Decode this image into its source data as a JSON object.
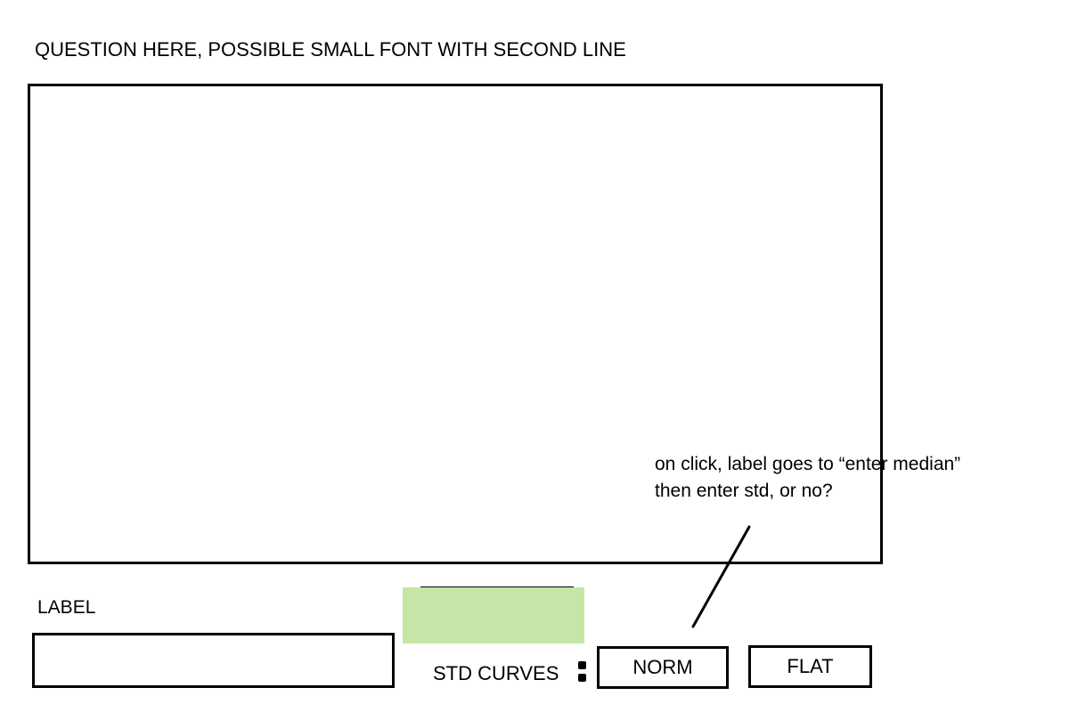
{
  "question": "QUESTION HERE, POSSIBLE SMALL FONT WITH SECOND LINE",
  "annotation": {
    "line1": "on click, label goes to “enter median”",
    "line2": "then enter std, or no?"
  },
  "label": {
    "text": "LABEL",
    "input_value": ""
  },
  "std_curves": {
    "label": "STD CURVES",
    "norm_label": "NORM",
    "flat_label": "FLAT"
  },
  "colors": {
    "green_box": "#c5e6a6",
    "border": "#000000",
    "background": "#ffffff"
  }
}
